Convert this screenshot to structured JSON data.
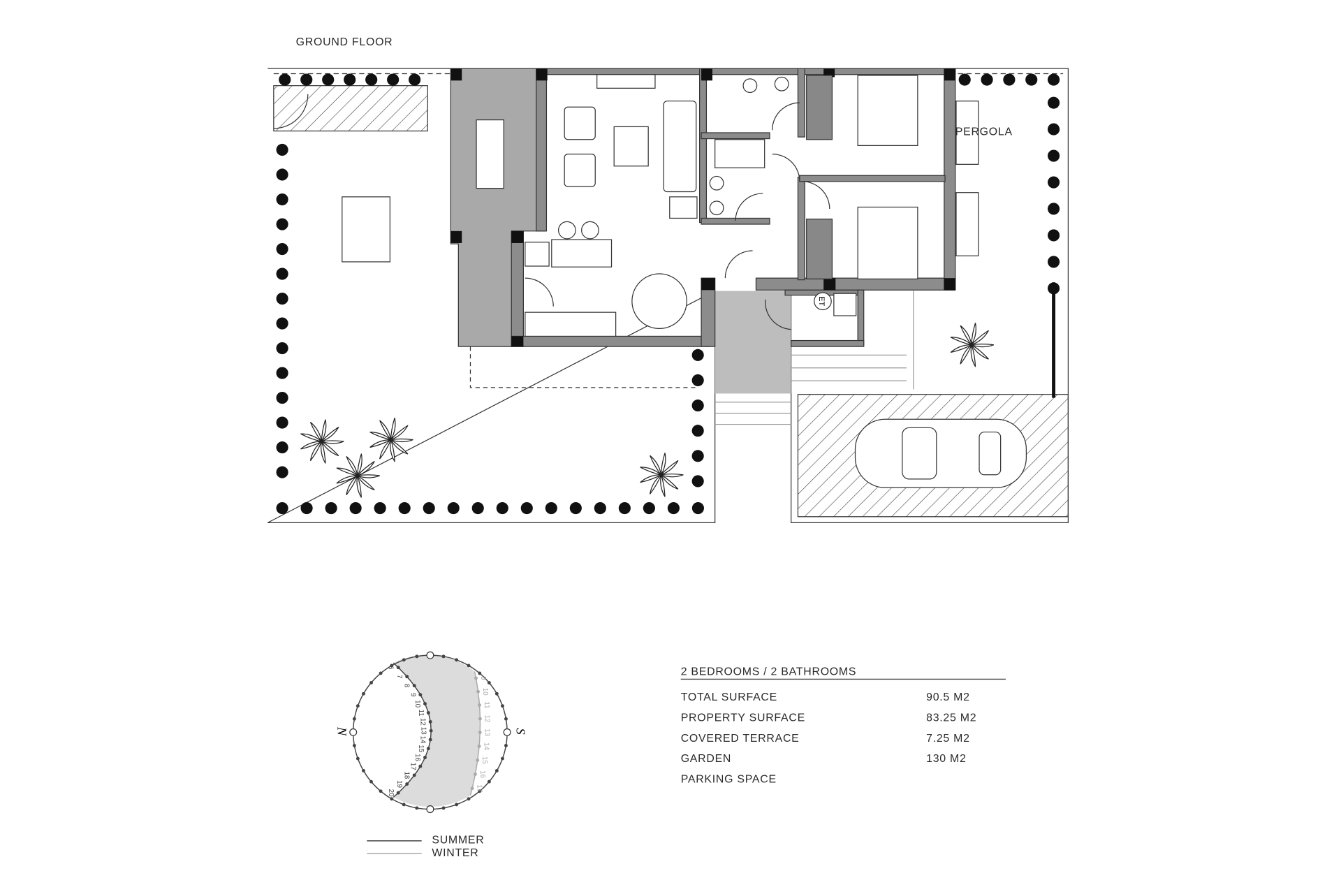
{
  "plan": {
    "title": "GROUND FLOOR",
    "pergola_label": "PERGOLA",
    "meter_label": "ET"
  },
  "summary": {
    "heading": "2 BEDROOMS / 2 BATHROOMS",
    "rows": [
      {
        "label": "TOTAL SURFACE",
        "value": "90.5 M2"
      },
      {
        "label": "PROPERTY SURFACE",
        "value": "83.25 M2"
      },
      {
        "label": "COVERED TERRACE",
        "value": "7.25 M2"
      },
      {
        "label": "GARDEN",
        "value": "130 M2"
      },
      {
        "label": "PARKING SPACE",
        "value": ""
      }
    ]
  },
  "sun_chart": {
    "north": "N",
    "south": "S",
    "summer_hours": [
      "6",
      "7",
      "8",
      "9",
      "10",
      "11",
      "12",
      "13",
      "14",
      "15",
      "16",
      "17",
      "18",
      "19",
      "20"
    ],
    "winter_hours": [
      "9",
      "10",
      "11",
      "12",
      "13",
      "14",
      "15",
      "16",
      "17"
    ],
    "legend": {
      "summer": "SUMMER",
      "winter": "WINTER"
    },
    "colors": {
      "summer": "#444444",
      "winter": "#aaaaaa",
      "shade": "#dcdcdc"
    }
  }
}
